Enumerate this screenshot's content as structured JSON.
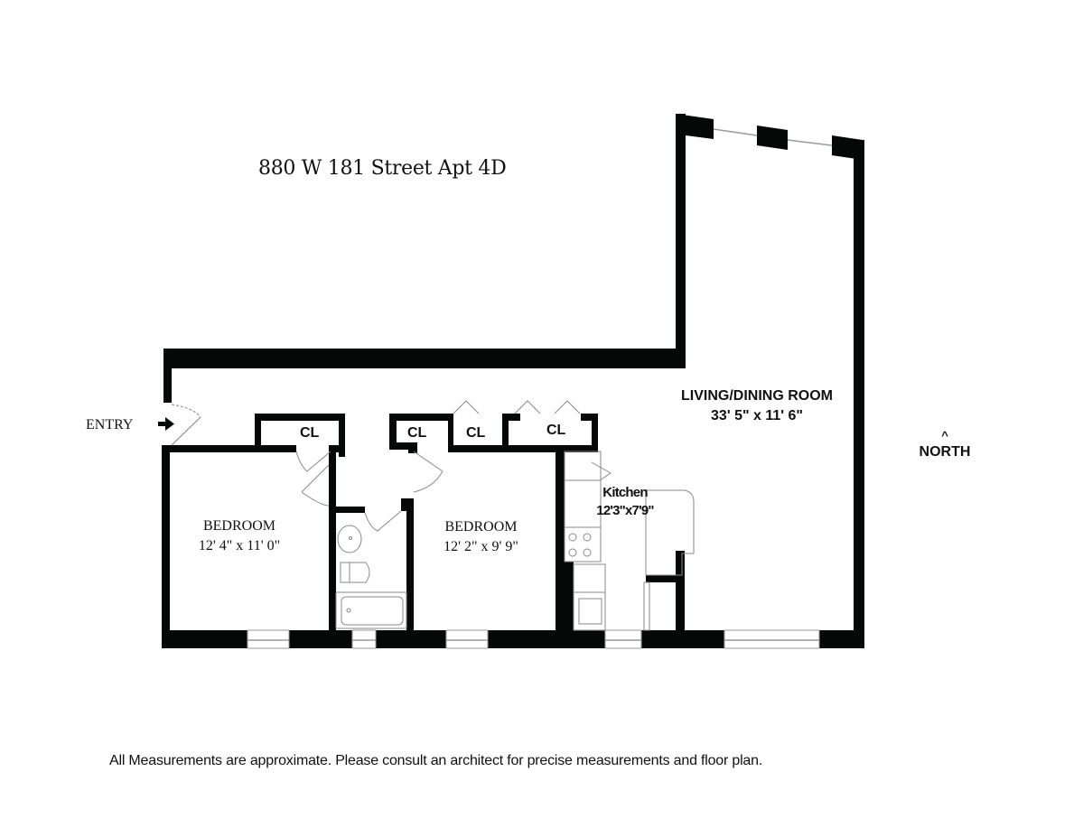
{
  "title": "880 W 181 Street Apt 4D",
  "entry_label": "ENTRY",
  "rooms": {
    "living": {
      "name": "LIVING/DINING ROOM",
      "dims": "33' 5\" x 11' 6\""
    },
    "bedroom_1": {
      "name": "BEDROOM",
      "dims": "12' 4\"   x 11' 0\""
    },
    "bedroom_2": {
      "name": "BEDROOM",
      "dims": "12' 2\" x 9' 9\""
    },
    "kitchen": {
      "name": "Kitchen",
      "dims": "12'3\"x7'9\""
    }
  },
  "closets": [
    {
      "label": "CL"
    },
    {
      "label": "CL"
    },
    {
      "label": "CL"
    },
    {
      "label": "CL"
    }
  ],
  "compass": {
    "arrow": "^",
    "label": "NORTH"
  },
  "disclaimer": "All Measurements are approximate. Please consult an architect for precise measurements and floor plan.",
  "colors": {
    "wall": "#050807",
    "fixture": "#8a8a8a",
    "background": "#ffffff"
  }
}
